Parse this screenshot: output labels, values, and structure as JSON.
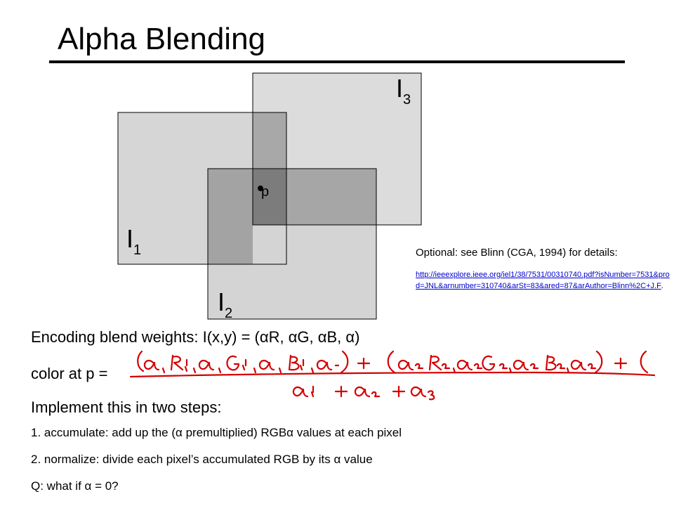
{
  "slide": {
    "title": "Alpha Blending",
    "diagram": {
      "image_labels": [
        {
          "base": "I",
          "sub": "1"
        },
        {
          "base": "I",
          "sub": "2"
        },
        {
          "base": "I",
          "sub": "3"
        }
      ],
      "point_label": "p"
    },
    "optional_note": "Optional:  see Blinn (CGA, 1994) for details:",
    "optional_link": "http://ieeexplore.ieee.org/iel1/38/7531/00310740.pdf?isNumber=7531&prod=JNL&arnumber=310740&arSt=83&ared=87&arAuthor=Blinn%2C+J.F",
    "optional_link_end": ".",
    "encoding_line": "Encoding blend weights:   I(x,y) = (αR, αG, αB, α)",
    "color_at_p": "color at p =",
    "implement_line": "Implement this in two steps:",
    "steps": [
      "1.  accumulate:  add up the (α premultiplied) RGBα  values at each pixel",
      "2.  normalize:  divide each pixel’s accumulated RGB by its α value"
    ],
    "question": "Q:  what if α = 0?"
  }
}
